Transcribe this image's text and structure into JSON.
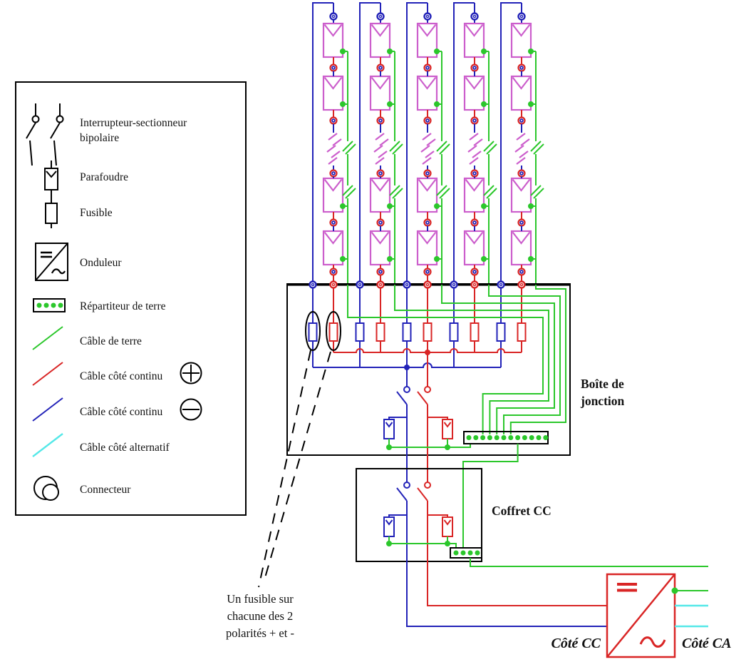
{
  "colors": {
    "dc_positive_red": "#d92525",
    "dc_negative_blue": "#2222b8",
    "earth_green": "#2bc72b",
    "ac_cyan": "#55e8e8",
    "pv_module_magenta": "#cc5ecc",
    "outline_black": "#000000"
  },
  "pv_array": {
    "string_count": 5,
    "modules_per_string_visible": 4
  },
  "legend": {
    "items": [
      {
        "id": "bipolar-switch",
        "lines": [
          "Interrupteur-sectionneur",
          "bipolaire"
        ]
      },
      {
        "id": "surge-protector",
        "lines": [
          "Parafoudre"
        ]
      },
      {
        "id": "fuse",
        "lines": [
          "Fusible"
        ]
      },
      {
        "id": "inverter",
        "lines": [
          "Onduleur"
        ]
      },
      {
        "id": "earth-busbar",
        "lines": [
          "Répartiteur de terre"
        ]
      },
      {
        "id": "earth-cable",
        "lines": [
          "Câble de terre"
        ]
      },
      {
        "id": "dc-cable-positive",
        "lines": [
          "Câble côté continu"
        ],
        "marker": "plus"
      },
      {
        "id": "dc-cable-negative",
        "lines": [
          "Câble côté continu"
        ],
        "marker": "minus"
      },
      {
        "id": "ac-cable",
        "lines": [
          "Câble côté alternatif"
        ]
      },
      {
        "id": "connector",
        "lines": [
          "Connecteur"
        ]
      }
    ]
  },
  "labels": {
    "junction_box": {
      "lines": [
        "Boîte de",
        "jonction"
      ]
    },
    "dc_box": "Coffret CC",
    "dc_side": "Côté CC",
    "ac_side": "Côté CA"
  },
  "note": {
    "lines": [
      "Un fusible sur",
      "chacune des 2",
      "polarités + et -"
    ]
  }
}
